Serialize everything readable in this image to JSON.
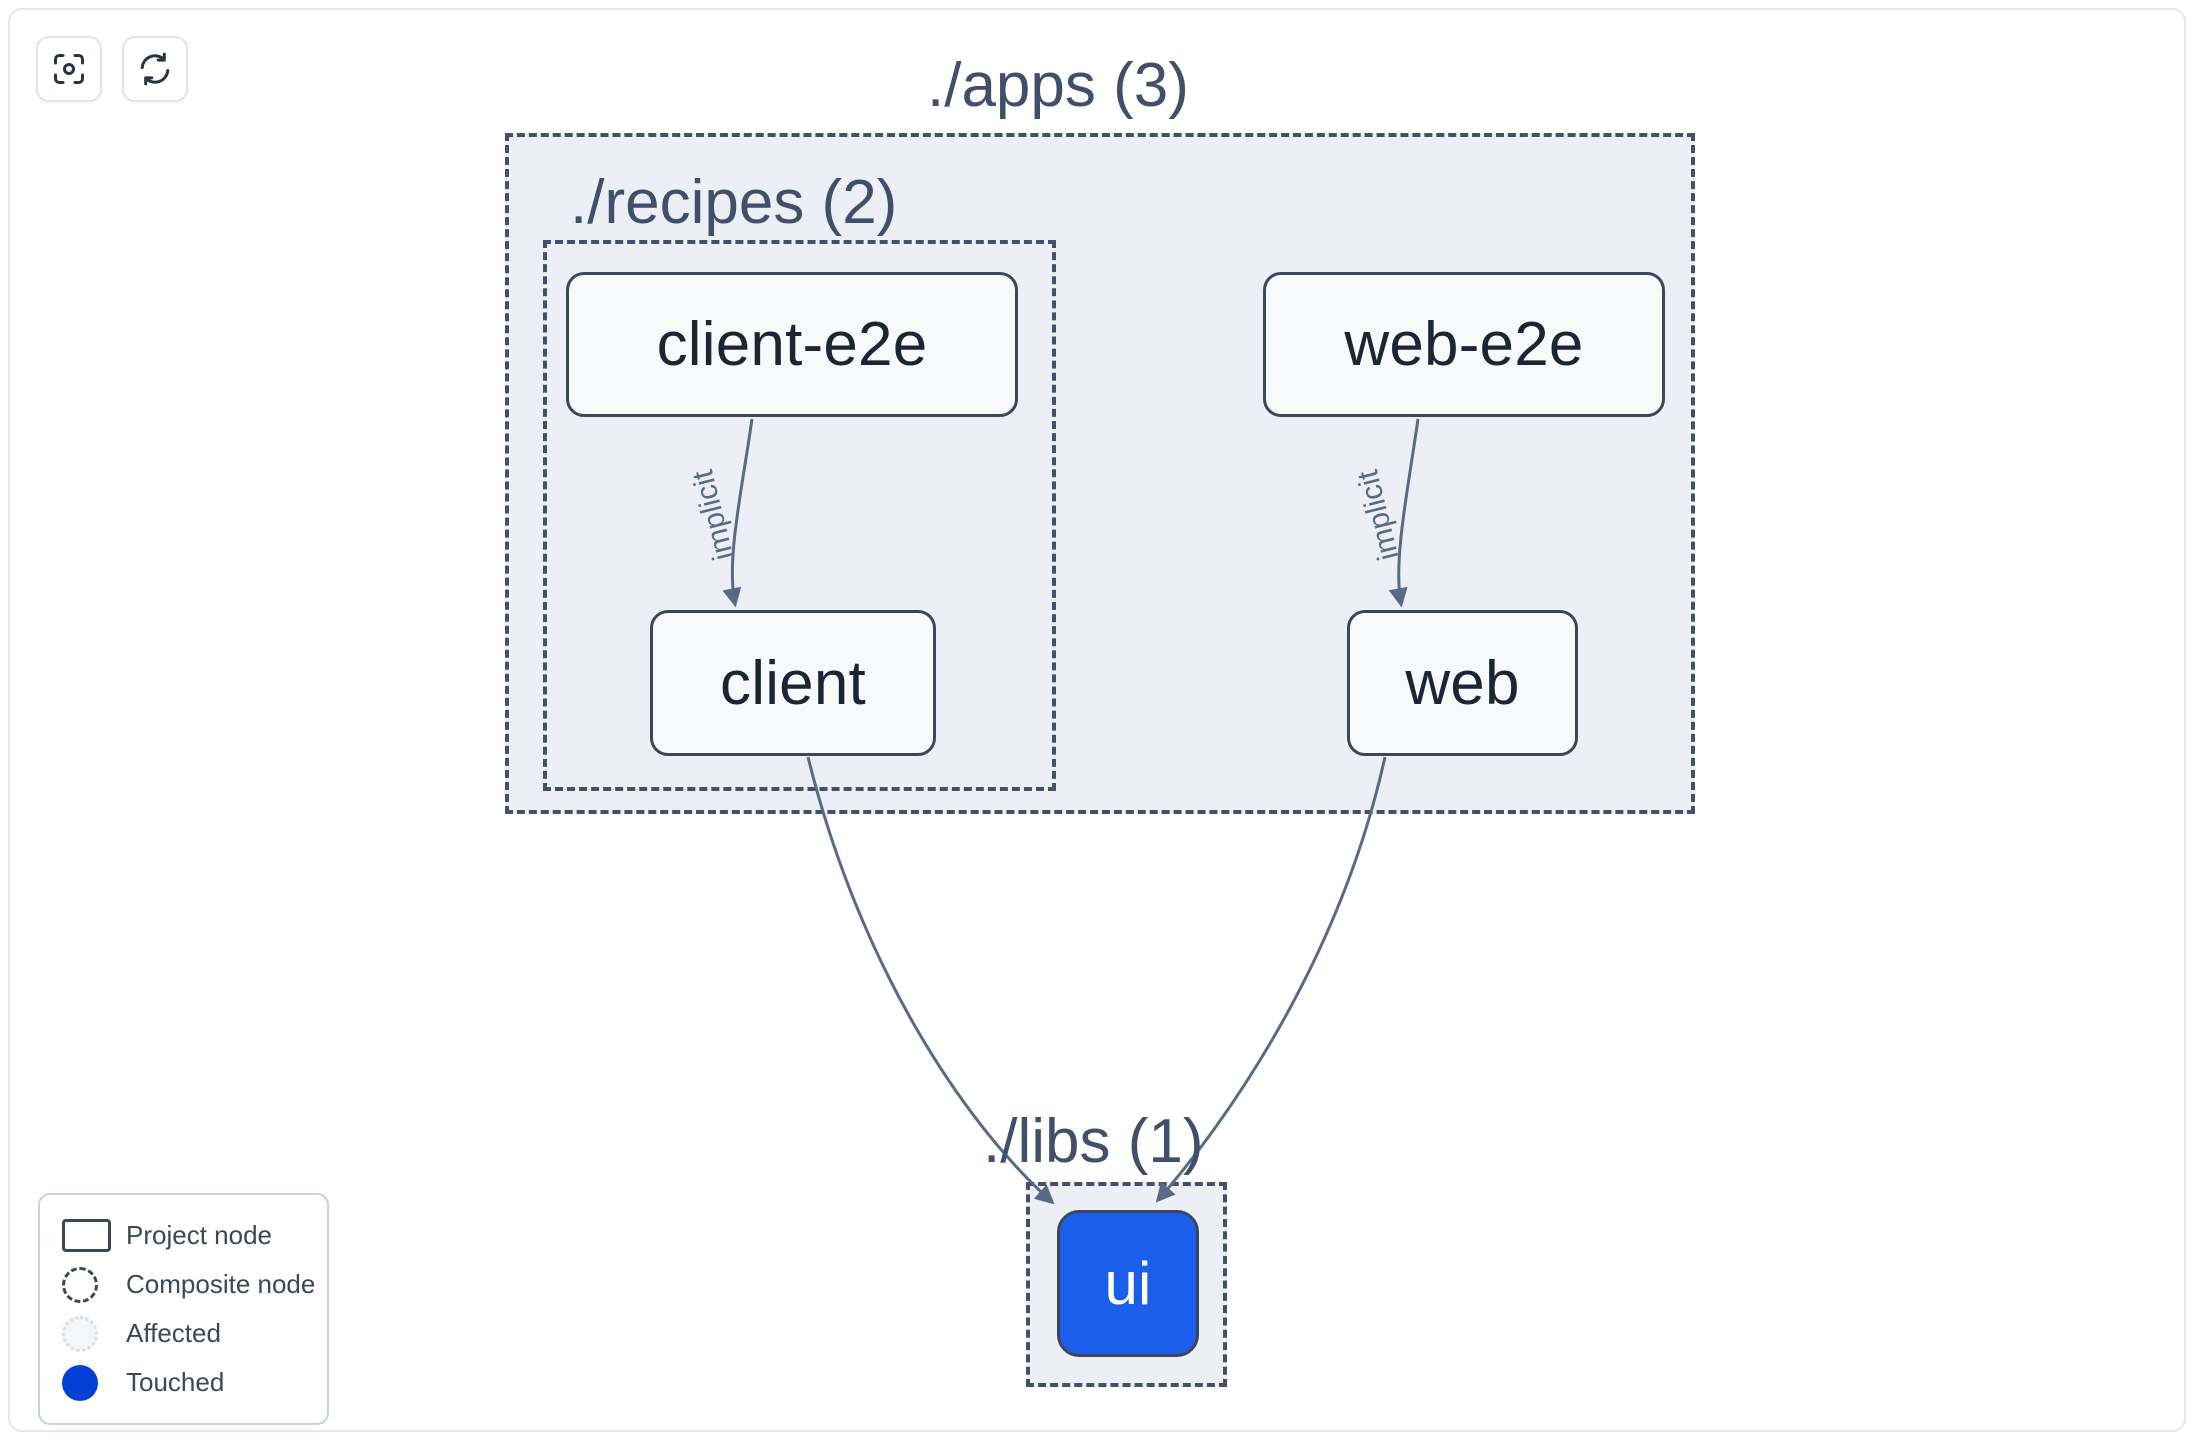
{
  "toolbar": {
    "buttons": [
      {
        "name": "focus-graph-button",
        "icon": "focus-target-icon",
        "title": "Focus graph"
      },
      {
        "name": "refresh-graph-button",
        "icon": "refresh-icon",
        "title": "Refresh graph"
      }
    ]
  },
  "graph": {
    "groups": [
      {
        "id": "apps",
        "label": "./apps (3)",
        "count": 3
      },
      {
        "id": "recipes",
        "label": "./recipes (2)",
        "count": 2
      },
      {
        "id": "libs",
        "label": "./libs (1)",
        "count": 1
      }
    ],
    "nodes": [
      {
        "id": "client-e2e",
        "label": "client-e2e",
        "group": "recipes",
        "state": "project"
      },
      {
        "id": "web-e2e",
        "label": "web-e2e",
        "group": "apps",
        "state": "project"
      },
      {
        "id": "client",
        "label": "client",
        "group": "recipes",
        "state": "project"
      },
      {
        "id": "web",
        "label": "web",
        "group": "apps",
        "state": "project"
      },
      {
        "id": "ui",
        "label": "ui",
        "group": "libs",
        "state": "touched"
      }
    ],
    "edges": [
      {
        "from": "client-e2e",
        "to": "client",
        "label": "implicit"
      },
      {
        "from": "web-e2e",
        "to": "web",
        "label": "implicit"
      },
      {
        "from": "client",
        "to": "ui",
        "label": ""
      },
      {
        "from": "web",
        "to": "ui",
        "label": ""
      }
    ]
  },
  "legend": {
    "items": [
      {
        "swatch": "rect",
        "label": "Project node"
      },
      {
        "swatch": "dashed-circle",
        "label": "Composite node"
      },
      {
        "swatch": "affected-circle",
        "label": "Affected"
      },
      {
        "swatch": "filled-circle",
        "label": "Touched"
      }
    ]
  },
  "colors": {
    "touched": "#1a5feb",
    "legend_touched": "#0540d6",
    "group_fill": "#ecf0f6",
    "group_border": "#44506b",
    "node_border": "#3d4759",
    "node_fill": "#f8f9fb",
    "edge": "#5a6a86",
    "text": "#1d2433"
  }
}
